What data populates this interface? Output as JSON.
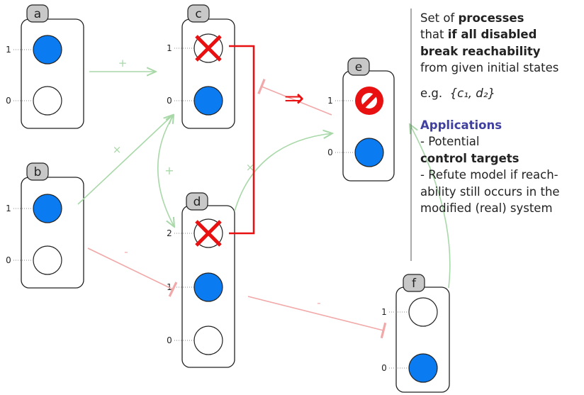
{
  "components": [
    {
      "id": "a",
      "levels": [
        "1",
        "0"
      ],
      "active_level": "1",
      "disabled_level": null
    },
    {
      "id": "b",
      "levels": [
        "1",
        "0"
      ],
      "active_level": "1",
      "disabled_level": null
    },
    {
      "id": "c",
      "levels": [
        "1",
        "0"
      ],
      "active_level": "0",
      "disabled_level": "1"
    },
    {
      "id": "d",
      "levels": [
        "2",
        "1",
        "0"
      ],
      "active_level": "1",
      "disabled_level": "2"
    },
    {
      "id": "e",
      "levels": [
        "1",
        "0"
      ],
      "active_level": "0",
      "blocked_level": "1"
    },
    {
      "id": "f",
      "levels": [
        "1",
        "0"
      ],
      "active_level": "0",
      "disabled_level": null
    }
  ],
  "interactions": [
    {
      "from": "a",
      "to": "c",
      "sign": "+"
    },
    {
      "from": "b",
      "to": "c",
      "sign": "×"
    },
    {
      "from": "c",
      "to": "d",
      "sign": "+"
    },
    {
      "from": "b",
      "to": "d",
      "sign": "-"
    },
    {
      "from": "d",
      "to": "e",
      "sign": "×"
    },
    {
      "from": "d",
      "to": "f",
      "sign": "-"
    }
  ],
  "implies_symbol": "⇒",
  "panel": {
    "line1": "Set of",
    "line1_bold": "processes",
    "line2": "that",
    "line2_bold": "if all disabled",
    "line3_bold": "break reachability",
    "line4": "from given initial states",
    "example_prefix": "e.g.",
    "example_set": "{c₁, d₂}",
    "applications_title": "Applications",
    "app1": "- Potential",
    "app1_bold": "control targets",
    "app2_l1": "- Refute model if reach-",
    "app2_l2": "ability still occurs in the",
    "app2_l3": "modified (real) system"
  },
  "colors": {
    "active_fill": "#0a7bf0",
    "label_bg": "#c8c8c8",
    "positive_edge": "#a8d8a8",
    "negative_edge": "#f2a8a8",
    "cut_red": "#e81010",
    "applications": "#4040a0"
  }
}
